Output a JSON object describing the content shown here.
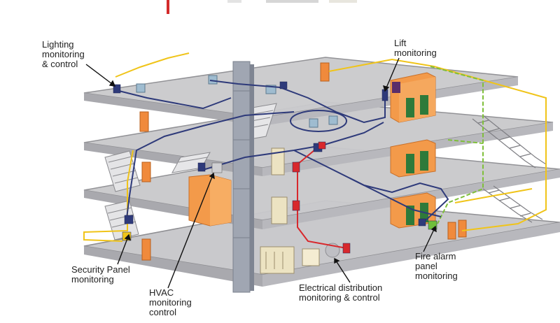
{
  "labels": {
    "lighting": "Lighting\nmonitoring\n& control",
    "lift": "Lift\nmonitoring",
    "security": "Security Panel\nmonitoring",
    "hvac": "HVAC\nmonitoring\ncontrol",
    "electrical": "Electrical distribution\nmonitoring & control",
    "fire": "Fire alarm\npanel\nmonitoring"
  },
  "colors": {
    "floor": "#c9c9cc",
    "floor_edge": "#8e8e92",
    "bus_cable": "#2e3a7a",
    "power_cable": "#d8282c",
    "fire_cable": "#7fbf3a",
    "lighting_cable": "#f0c419",
    "lift_shaft": "#f39a4a",
    "door": "#f08a3c",
    "duct": "#9aa0ac",
    "hvac_unit": "#f39a4a"
  }
}
